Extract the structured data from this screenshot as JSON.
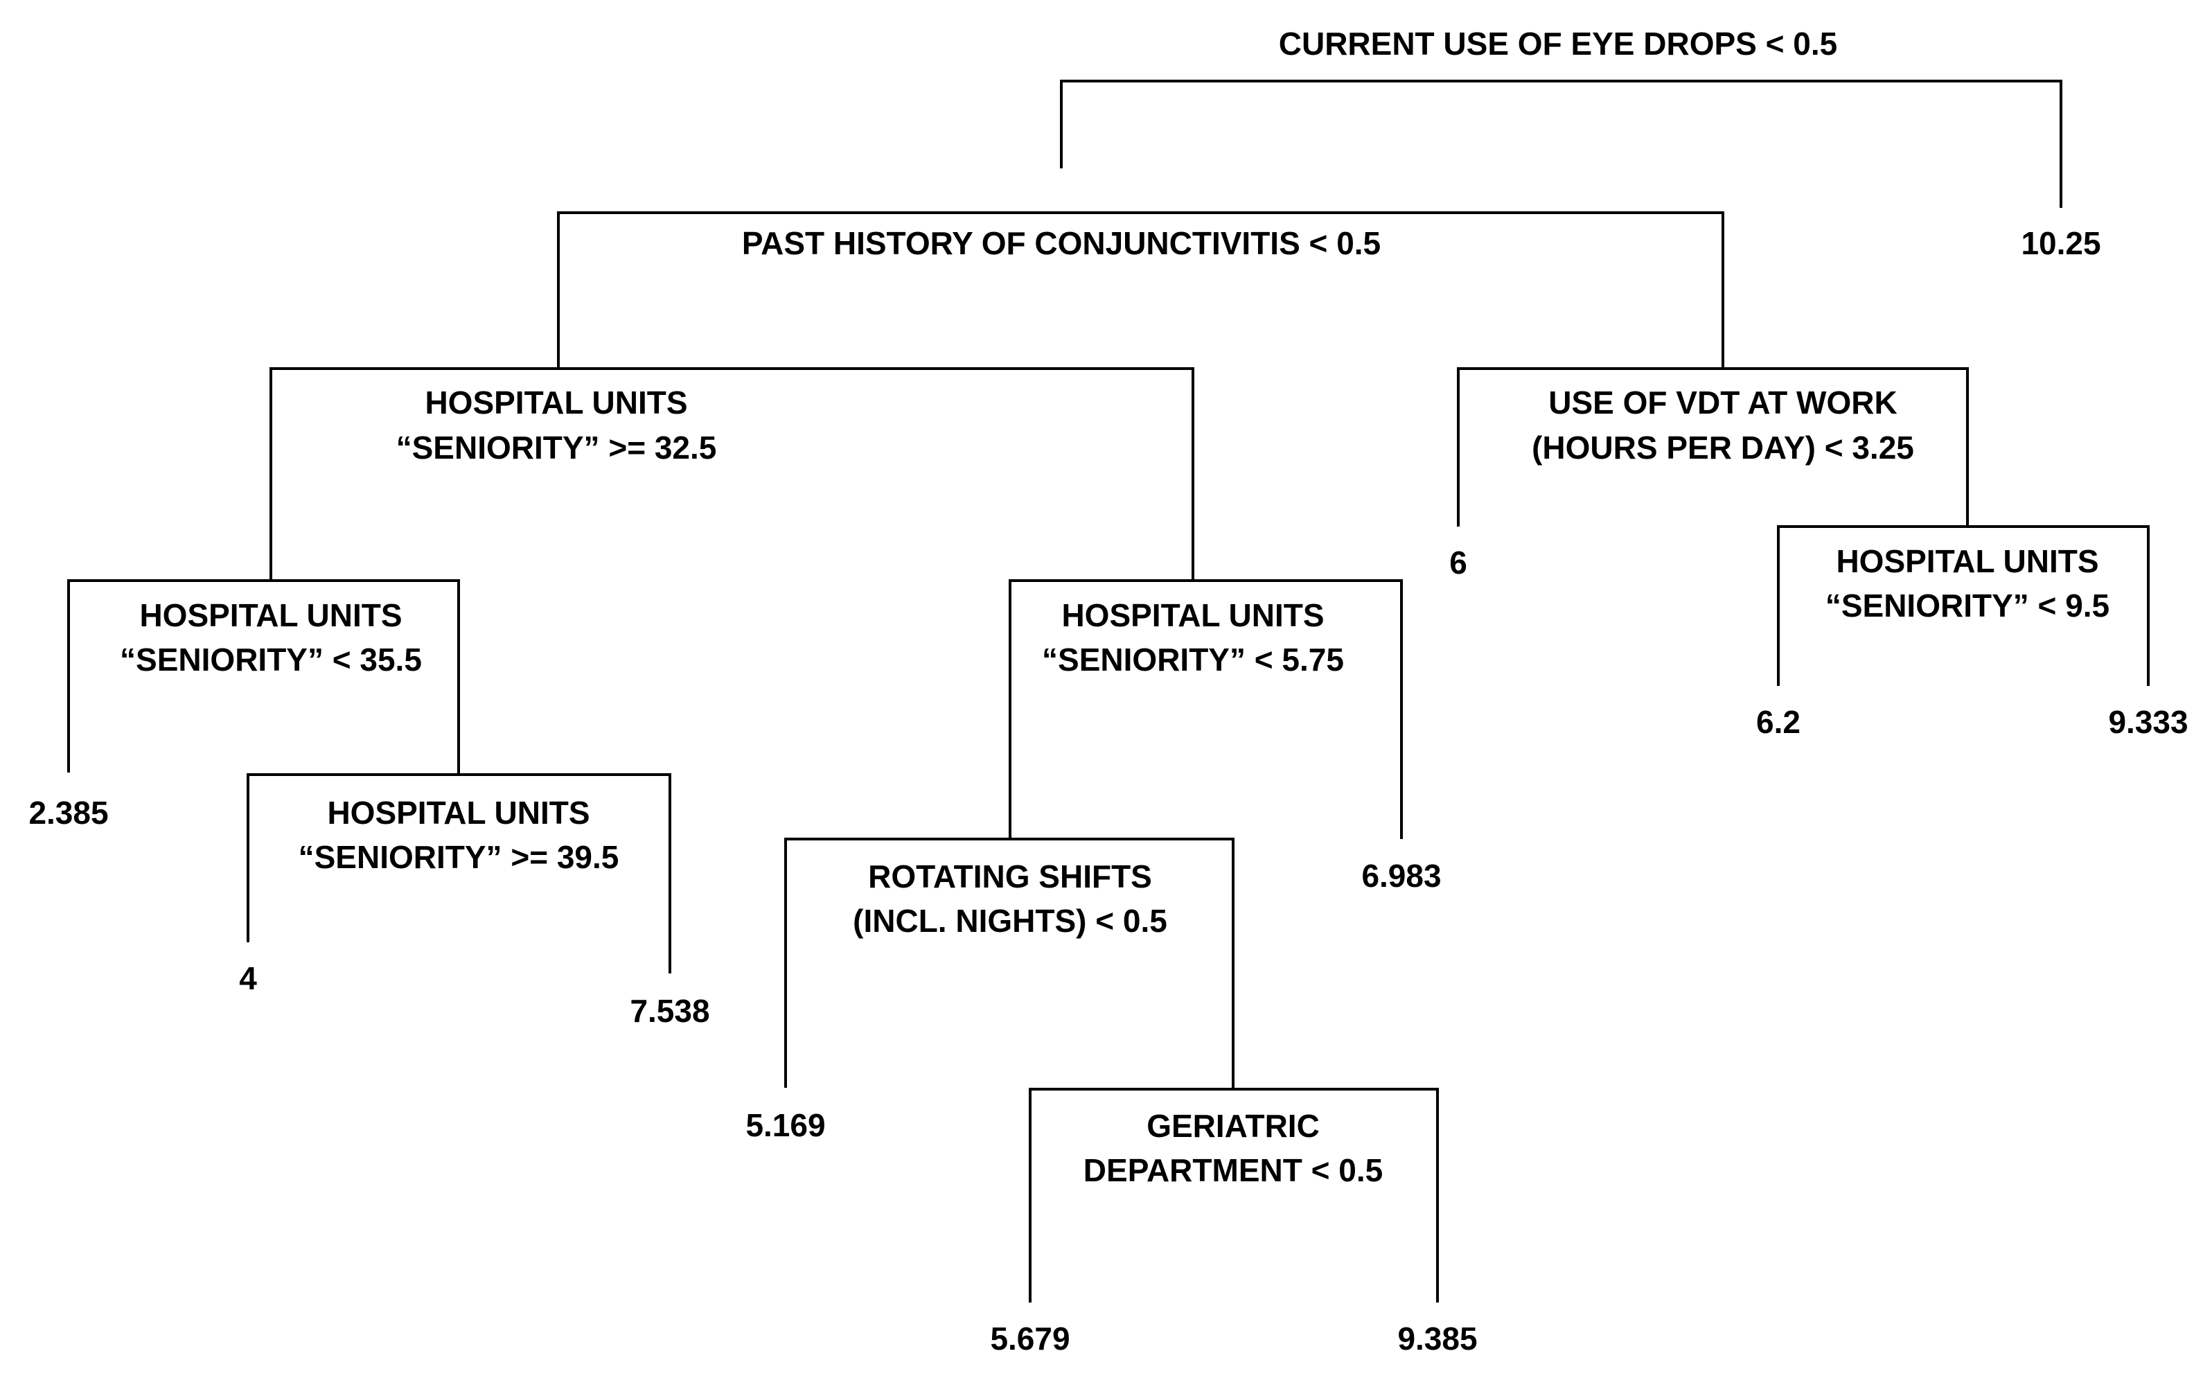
{
  "diagram": {
    "type": "regression-tree",
    "root": {
      "label": [
        "CURRENT USE OF EYE DROPS < 0.5"
      ],
      "left": {
        "label": [
          "PAST HISTORY OF CONJUNCTIVITIS  < 0.5"
        ],
        "left": {
          "label": [
            "HOSPITAL UNITS",
            "“SENIORITY” >= 32.5"
          ],
          "left": {
            "label": [
              "HOSPITAL UNITS",
              "“SENIORITY” < 35.5"
            ],
            "left": {
              "leaf": "2.385"
            },
            "right": {
              "label": [
                "HOSPITAL UNITS",
                "“SENIORITY” >= 39.5"
              ],
              "left": {
                "leaf": "4"
              },
              "right": {
                "leaf": "7.538"
              }
            }
          },
          "right": {
            "label": [
              "HOSPITAL UNITS",
              "“SENIORITY” < 5.75"
            ],
            "left": {
              "label": [
                "ROTATING SHIFTS",
                "(INCL. NIGHTS) < 0.5"
              ],
              "left": {
                "leaf": "5.169"
              },
              "right": {
                "label": [
                  "GERIATRIC",
                  "DEPARTMENT < 0.5"
                ],
                "left": {
                  "leaf": "5.679"
                },
                "right": {
                  "leaf": "9.385"
                }
              }
            },
            "right": {
              "leaf": "6.983"
            }
          }
        },
        "right": {
          "label": [
            "USE OF VDT AT WORK",
            "(HOURS PER DAY) < 3.25"
          ],
          "left": {
            "leaf": "6"
          },
          "right": {
            "label": [
              "HOSPITAL UNITS",
              "“SENIORITY” < 9.5"
            ],
            "left": {
              "leaf": "6.2"
            },
            "right": {
              "leaf": "9.333"
            }
          }
        }
      },
      "right": {
        "leaf": "10.25"
      }
    }
  }
}
